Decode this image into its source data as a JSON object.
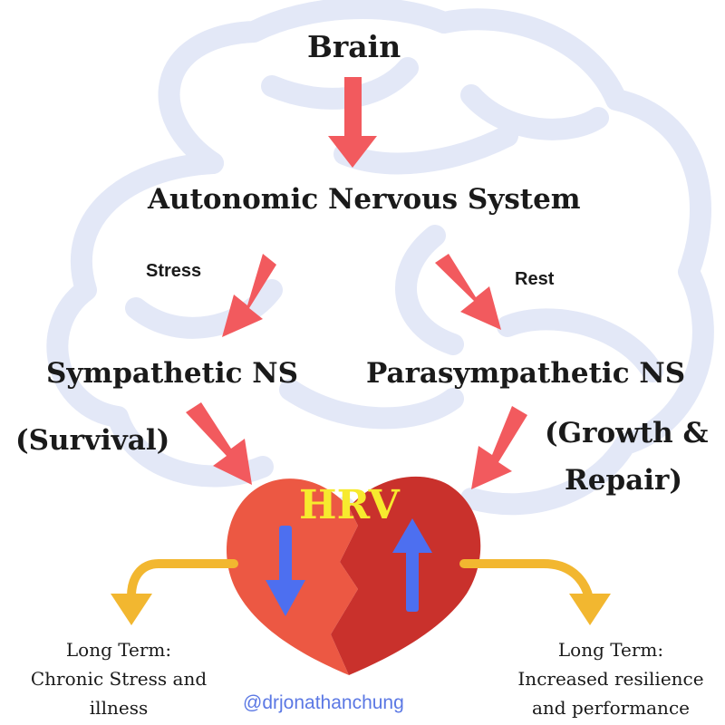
{
  "title": "Brain",
  "ans": "Autonomic Nervous System",
  "branches": {
    "stress": "Stress",
    "rest": "Rest"
  },
  "sympathetic": {
    "name": "Sympathetic NS",
    "role": "(Survival)"
  },
  "parasympathetic": {
    "name": "Parasympathetic NS",
    "role_line1": "(Growth &",
    "role_line2": "Repair)"
  },
  "heart": {
    "label": "HRV"
  },
  "outcomes": {
    "left": {
      "line1": "Long Term:",
      "line2": "Chronic Stress and",
      "line3": "illness"
    },
    "right": {
      "line1": "Long Term:",
      "line2": "Increased resilience",
      "line3": "and performance"
    }
  },
  "handle": "@drjonathanchung",
  "colors": {
    "arrow_red": "#f25a5e",
    "heart_left": "#ec5843",
    "heart_right": "#c9312c",
    "hrv_text": "#f7ea2e",
    "hrv_down_arrow": "#4d6ff0",
    "hrv_up_arrow": "#4d6ff0",
    "outcome_arrows": "#f2b730",
    "brain_watermark": "#e3e8f7",
    "handle_text": "#5b78e4"
  }
}
